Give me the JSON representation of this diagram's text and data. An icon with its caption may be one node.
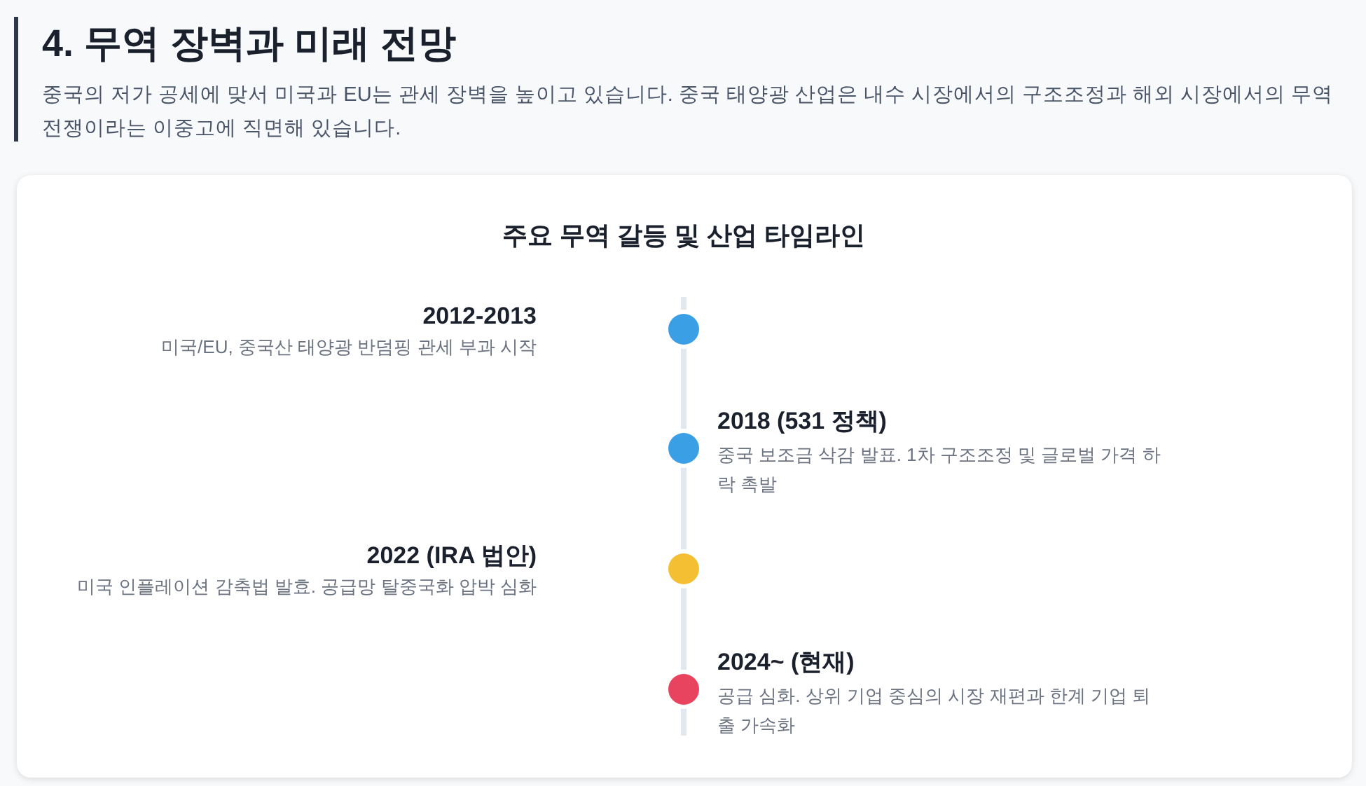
{
  "diagram": {
    "title": "4. 무역 장벽과 미래 전망",
    "nodes": [
      {
        "text": [
          "주요 무역 갈등 및 산업 타임라인"
        ]
      },
      {
        "text": [],
        "shape": "circle",
        "in": 0,
        "beside": [
          "2012-2013",
          "미국/EU, 중국산 태양광 반덤핑 관세 부과 시작"
        ]
      },
      {
        "text": [],
        "shape": "circle",
        "in": 0,
        "beside": [
          "2018 (531 정책)",
          "중국 보조금 삭감 발표. 1차 구조조정 및 글로벌 가격 하락 촉발"
        ]
      },
      {
        "text": [],
        "shape": "circle",
        "in": 0,
        "beside": [
          "2022 (IRA 법안)",
          "미국 인플레이션 감축법 발효. 공급망 탈중국화 압박 심화"
        ]
      },
      {
        "text": [],
        "shape": "circle",
        "in": 0,
        "beside": [
          "2024~ (현재)",
          "공급 심화. 상위 기업 중심의 시장 재편과 한계 기업 퇴출 가속화"
        ]
      }
    ],
    "labels": [
      "중국의 저가 공세에 맞서 미국과 EU는 관세 장벽을 높이고 있습니다. 중국 태양광 산업은 내수 시장에서의 구조조정과 해외 시장에서의 무역 전쟁이라는 이중고에 직면해 있습니다."
    ]
  }
}
